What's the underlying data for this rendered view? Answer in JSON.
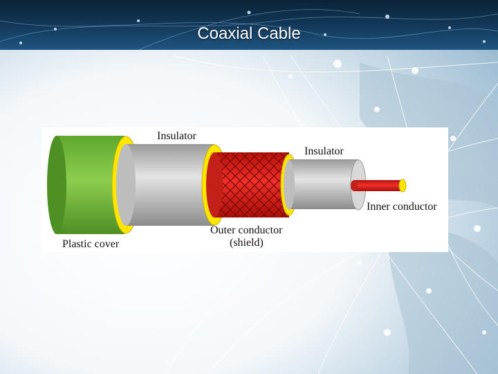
{
  "slide": {
    "title": "Coaxial Cable"
  },
  "diagram": {
    "labels": {
      "insulator_outer": "Insulator",
      "insulator_inner": "Insulator",
      "inner_conductor": "Inner conductor",
      "outer_conductor_line1": "Outer conductor",
      "outer_conductor_line2": "(shield)",
      "plastic_cover": "Plastic cover"
    },
    "colors": {
      "plastic_cover": "#7fc241",
      "insulator_ring": "#ffe600",
      "insulator_body": "#c9c9c9",
      "shield": "#e2231a",
      "inner_conductor": "#e2231a",
      "title_bar": "#143a5c"
    }
  }
}
